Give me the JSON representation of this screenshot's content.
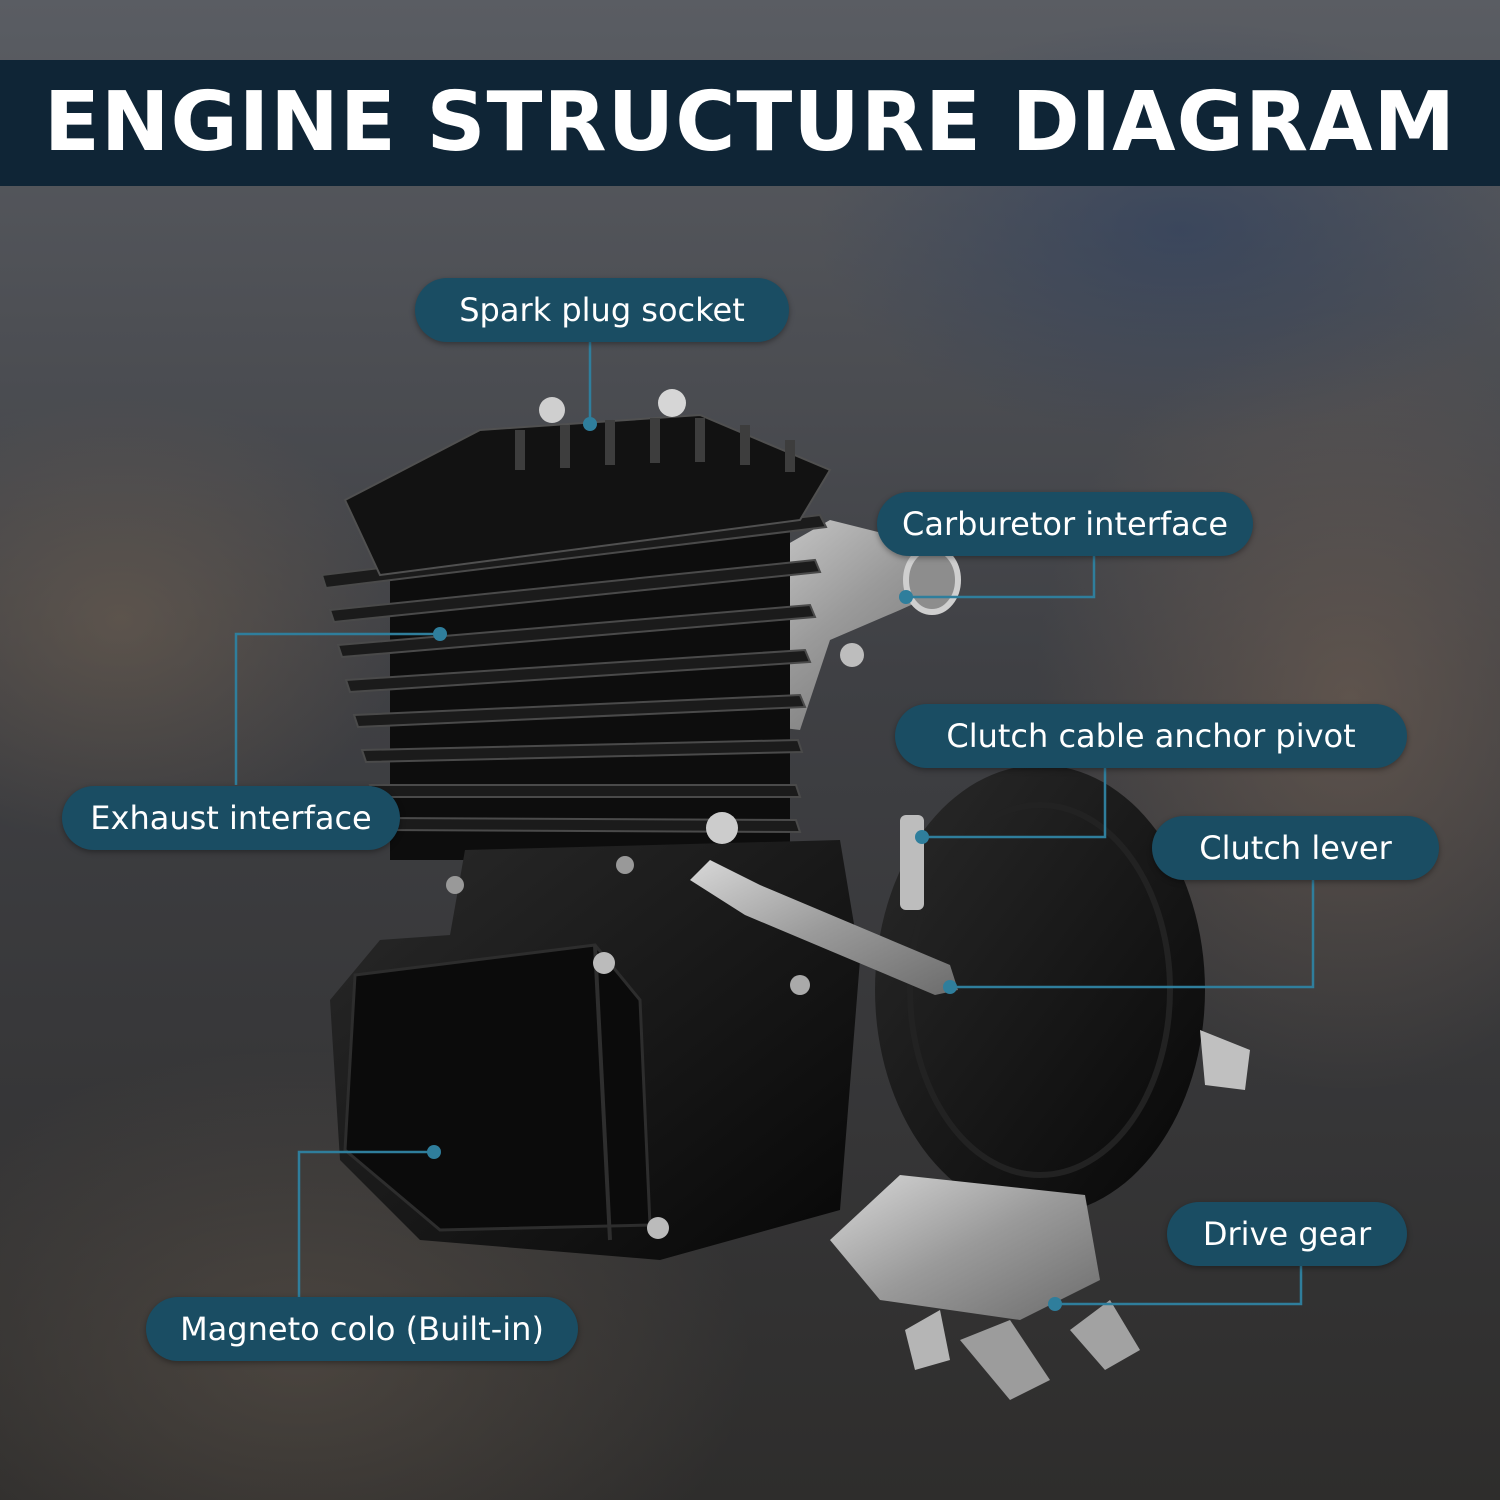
{
  "title": "ENGINE STRUCTURE DIAGRAM",
  "colors": {
    "label_fill": "#1a4d63",
    "title_bar": "#0f2536",
    "leader_line": "#2f7e9c",
    "text": "#ffffff"
  },
  "labels": {
    "spark_plug_socket": "Spark plug socket",
    "carburetor_interface": "Carburetor interface",
    "exhaust_interface": "Exhaust interface",
    "clutch_cable_anchor_pivot": "Clutch cable anchor pivot",
    "clutch_lever": "Clutch lever",
    "magneto_coil": "Magneto colo (Built-in)",
    "drive_gear": "Drive gear"
  }
}
